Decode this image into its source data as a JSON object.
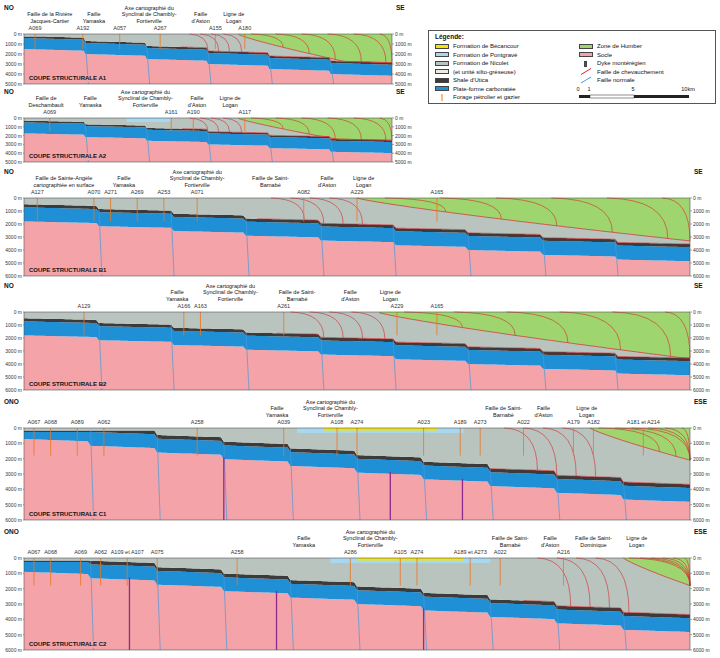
{
  "diagram": {
    "nodes": [
      {
        "text": [
          "COUPE STRUCTURALE A1"
        ]
      },
      {
        "text": [
          "Légende:"
        ]
      },
      {
        "text": [
          "COUPE STRUCTURALE A2"
        ]
      },
      {
        "text": [
          "COUPE STRUCTURALE B1"
        ]
      },
      {
        "text": [
          "COUPE STRUCTURALE B2"
        ]
      },
      {
        "text": [
          "COUPE STRUCTURALE C1"
        ]
      },
      {
        "text": [
          "COUPE STRUCTURALE C2"
        ]
      }
    ],
    "labels": [
      "NO",
      "SE",
      "Faille de la Rivière Jacques-Cartier",
      "Faille Yamaska",
      "Axe cartographié du Synclinal de Chambly-Fortierville",
      "Faille d'Aston",
      "Ligne de Logan",
      "A069",
      "A192",
      "A057",
      "A267",
      "A155",
      "A180",
      "0 m",
      "1000 m",
      "2000 m",
      "3000 m",
      "4000 m",
      "5000 m",
      "0 m",
      "1000 m",
      "2000 m",
      "3000 m",
      "4000 m",
      "5000 m",
      "NO",
      "SE",
      "Faille de Deschambault",
      "Faille Yamaska",
      "Axe cartographié du Synclinal de Chambly-Fortierville",
      "Faille d'Aston",
      "Ligne de Logan",
      "A069",
      "A161",
      "A190",
      "A117",
      "0 m",
      "1000 m",
      "2000 m",
      "3000 m",
      "4000 m",
      "5000 m",
      "0 m",
      "1000 m",
      "2000 m",
      "3000 m",
      "4000 m",
      "5000 m",
      "NO",
      "SE",
      "Faille de Sainte-Angèle cartographiée en surface",
      "Faille Yamaska",
      "Axe cartographié du Synclinal de Chambly-Fortierville",
      "Faille de Saint-Barnabé",
      "Faille d'Aston",
      "Ligne de Logan",
      "A127",
      "A070",
      "A271",
      "A269",
      "A253",
      "A071",
      "A082",
      "A229",
      "A165",
      "0 m",
      "1000 m",
      "2000 m",
      "3000 m",
      "4000 m",
      "5000 m",
      "6000 m",
      "0 m",
      "1000 m",
      "2000 m",
      "3000 m",
      "4000 m",
      "5000 m",
      "6000 m",
      "NO",
      "SE",
      "Faille Yamaska",
      "Axe cartographié du Synclinal de Chambly-Fortierville",
      "Faille de Saint-Barnabé",
      "Faille d'Aston",
      "Ligne de Logan",
      "A129",
      "A166",
      "A163",
      "A261",
      "A229",
      "A165",
      "0 m",
      "1000 m",
      "2000 m",
      "3000 m",
      "4000 m",
      "5000 m",
      "6000 m",
      "0 m",
      "1000 m",
      "2000 m",
      "3000 m",
      "4000 m",
      "5000 m",
      "6000 m",
      "ONO",
      "ESE",
      "Faille Yamaska",
      "Axe cartographié du Synclinal de Chambly-Fortierville",
      "Faille de Saint-Barnabé",
      "Faille d'Aston",
      "Ligne de Logan",
      "A067",
      "A068",
      "A089",
      "A062",
      "A258",
      "A039",
      "A108",
      "A274",
      "A023",
      "A189",
      "A273",
      "A022",
      "A179",
      "A182",
      "A181 et A214",
      "0 m",
      "1000 m",
      "2000 m",
      "3000 m",
      "4000 m",
      "5000 m",
      "6000 m",
      "0 m",
      "1000 m",
      "2000 m",
      "3000 m",
      "4000 m",
      "5000 m",
      "6000 m",
      "ONO",
      "ESE",
      "Faille Yamaska",
      "Axe cartographié du Synclinal de Chambly-Fortierville",
      "Faille de Saint-Barnabé",
      "Faille d'Aston",
      "Faille de Saint-Dominique",
      "Ligne de Logan",
      "A067",
      "A068",
      "A069",
      "A062",
      "A109 et A107",
      "A075",
      "A258",
      "A286",
      "A105",
      "A274",
      "A189 et A273",
      "A022",
      "A216",
      "0 m",
      "1000 m",
      "2000 m",
      "3000 m",
      "4000 m",
      "5000 m",
      "6000 m",
      "0 m",
      "1000 m",
      "2000 m",
      "3000 m",
      "4000 m",
      "5000 m",
      "6000 m",
      "0",
      "1",
      "5",
      "10km"
    ],
    "legend": [
      {
        "text": "Formation de Bécancour",
        "color": "#f5e400"
      },
      {
        "text": "Formation de Pontgravé",
        "color": "#a8d8f0"
      },
      {
        "text": "Formation de Nicolet",
        "color": "#b9c4bf"
      },
      {
        "text": "(et unité silto-gréseuse)",
        "color": "#ecebe4"
      },
      {
        "text": "Shale d'Utica",
        "color": "#3b3b3b"
      },
      {
        "text": "Plate-forme carbonatée",
        "color": "#1f8fd6"
      },
      {
        "text": "Forage pétrolier et gazier"
      },
      {
        "text": "Zone de Humber",
        "color": "#9fd56e"
      },
      {
        "text": "Socle",
        "color": "#f4a3a8"
      },
      {
        "text": "Dyke montérégien",
        "color": "#8e2a8e"
      },
      {
        "text": "Faille de chevauchement"
      },
      {
        "text": "Faille normale"
      }
    ]
  }
}
